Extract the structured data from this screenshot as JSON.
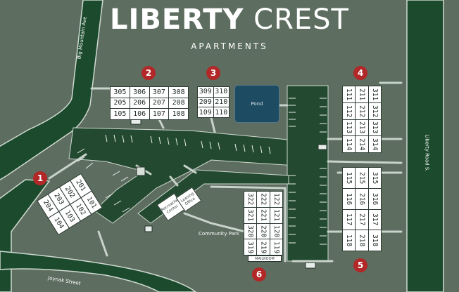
{
  "title": {
    "line1": "LIBERTY",
    "line2": "CREST",
    "subtitle": "APARTMENTS"
  },
  "streets": {
    "big_mountain": "Big Mountain Ave",
    "liberty_road": "Liberty Road S.",
    "joynak": "Joynak Street"
  },
  "labels": {
    "pond": "Pond",
    "community_park": "Community Park",
    "recreation_center": "Recreation Center",
    "leasing_office": "Leasing Office",
    "mailroom": "MAILROOM"
  },
  "building_numbers": [
    "1",
    "2",
    "3",
    "4",
    "5",
    "6"
  ],
  "buildings": {
    "b1": [
      "204",
      "203",
      "202",
      "201",
      "104",
      "103",
      "102",
      "101"
    ],
    "b2": [
      "305",
      "306",
      "307",
      "308",
      "205",
      "206",
      "207",
      "208",
      "105",
      "106",
      "107",
      "108"
    ],
    "b3": [
      "309",
      "310",
      "209",
      "210",
      "109",
      "110"
    ],
    "b4": [
      "311",
      "312",
      "313",
      "314",
      "211",
      "212",
      "213",
      "214",
      "111",
      "112",
      "113",
      "114"
    ],
    "b5": [
      "315",
      "316",
      "317",
      "318",
      "215",
      "216",
      "217",
      "218",
      "115",
      "116",
      "117",
      "118"
    ],
    "b6": [
      "322",
      "321",
      "320",
      "319",
      "222",
      "221",
      "220",
      "219",
      "122",
      "121",
      "120",
      "119"
    ]
  },
  "colors": {
    "background": "#5d6d5f",
    "road": "#1b4a2c",
    "lot": "#234a30",
    "badge": "#b22727",
    "pond": "#1d4c62"
  }
}
